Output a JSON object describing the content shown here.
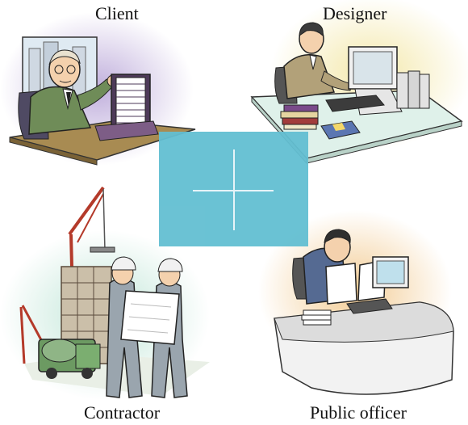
{
  "labels": {
    "client": "Client",
    "designer": "Designer",
    "contractor": "Contractor",
    "public_officer": "Public officer"
  },
  "colors": {
    "center_square": "#63bfd2",
    "client_glow": "#b9a6d8",
    "designer_glow": "#f3e7a6",
    "contractor_glow": "#b9e3d3",
    "officer_glow": "#f2c98e"
  },
  "icons": [
    "plus-icon"
  ]
}
